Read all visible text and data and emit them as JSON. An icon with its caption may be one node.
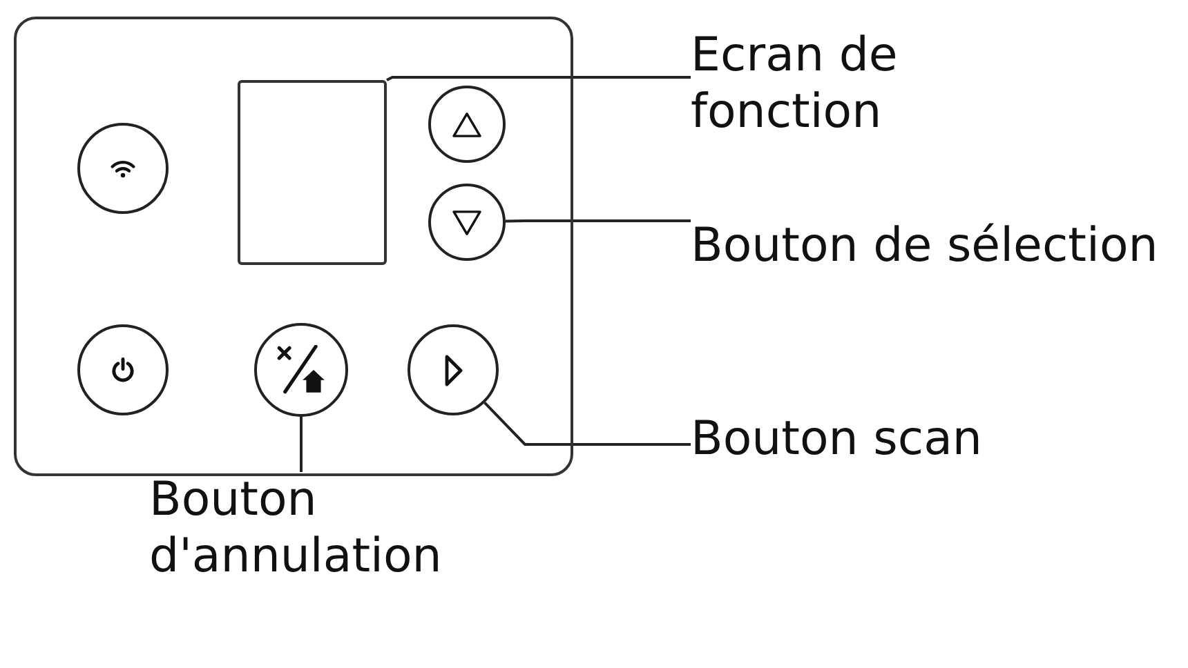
{
  "diagram": {
    "nodes": [
      {
        "text": [],
        "shape": "box"
      },
      {
        "text": [],
        "shape": "box",
        "in": 0
      },
      {
        "text": [],
        "shape": "circle",
        "in": 0
      },
      {
        "text": [],
        "shape": "circle",
        "in": 0
      },
      {
        "text": [],
        "shape": "circle",
        "in": 0
      },
      {
        "text": [],
        "shape": "circle",
        "in": 0
      },
      {
        "text": [],
        "shape": "circle",
        "in": 0
      },
      {
        "text": [],
        "shape": "circle",
        "in": 0
      },
      {
        "text": [
          "Ecran de fonction"
        ]
      },
      {
        "text": [
          "Bouton de sélection"
        ]
      },
      {
        "text": [
          "Bouton scan"
        ]
      },
      {
        "text": [
          "Bouton d'annulation"
        ]
      }
    ],
    "edges": [
      {
        "from": 8,
        "to": 1,
        "arrow": "none"
      },
      {
        "from": 9,
        "to": 4,
        "arrow": "none"
      },
      {
        "from": 10,
        "to": 7,
        "arrow": "none"
      },
      {
        "from": 11,
        "to": 6,
        "arrow": "none"
      }
    ]
  }
}
